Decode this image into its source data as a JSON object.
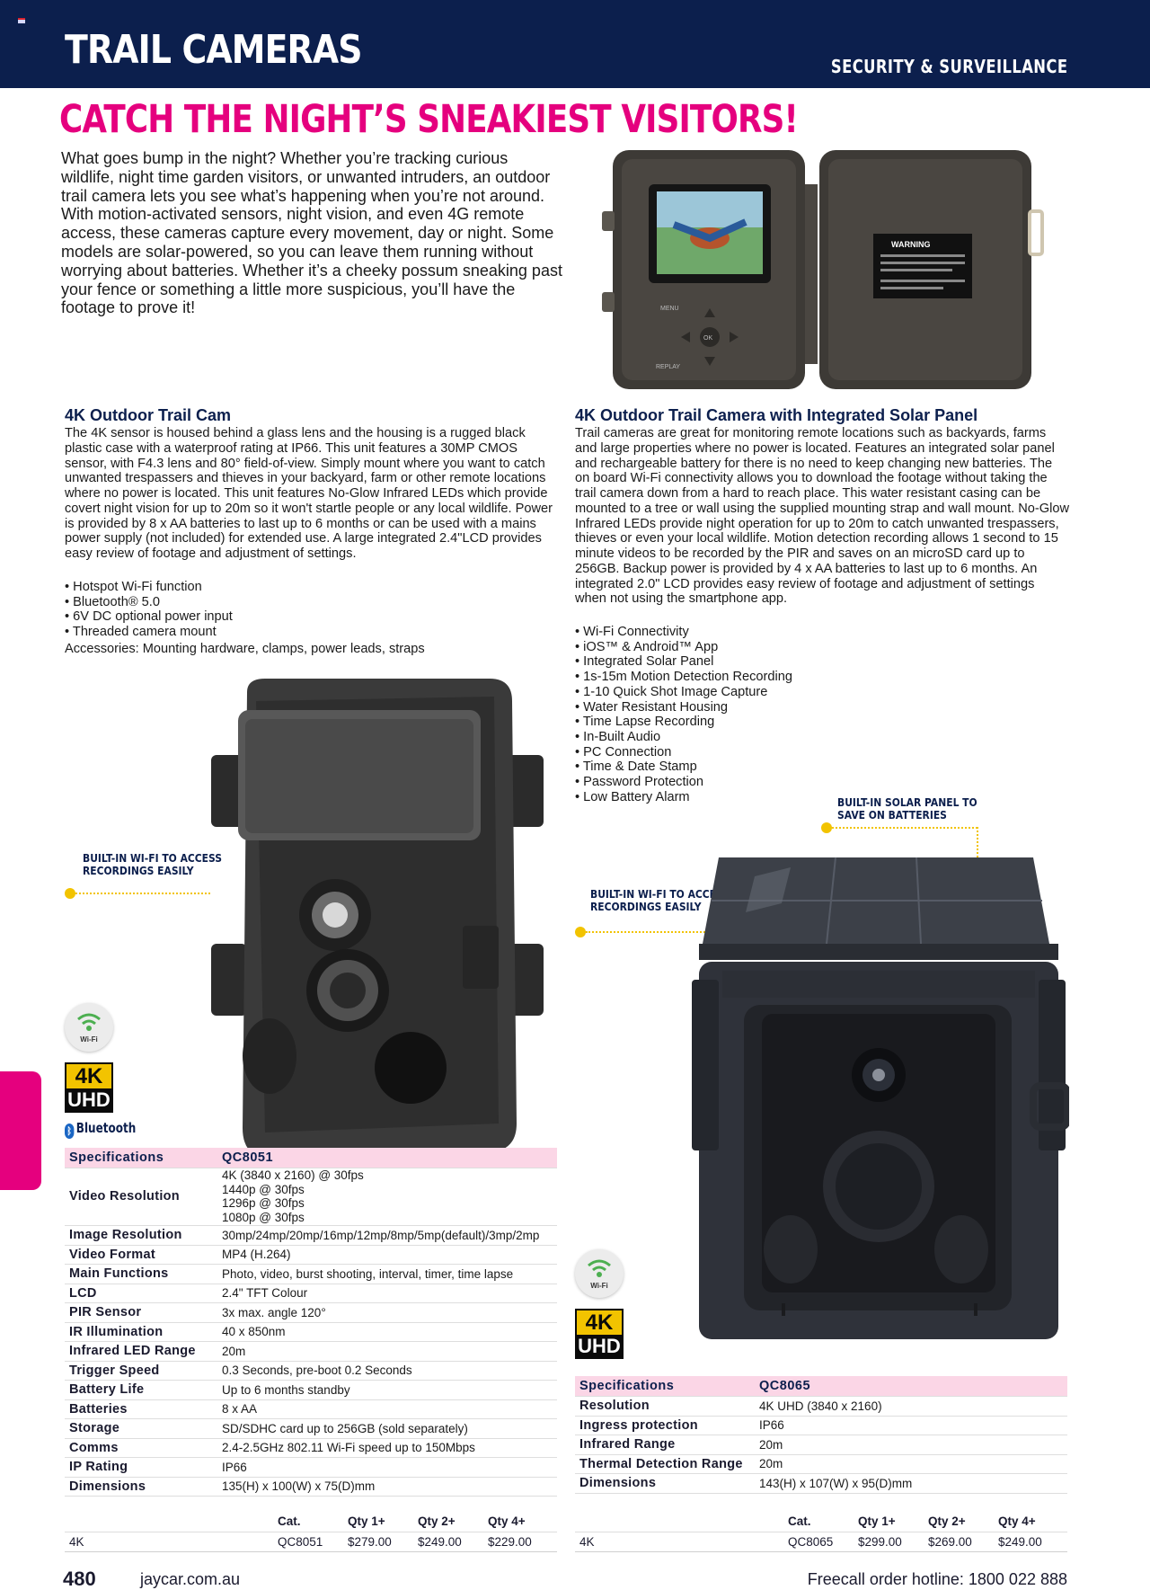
{
  "header": {
    "title": "TRAIL CAMERAS",
    "section": "SECURITY & SURVEILLANCE"
  },
  "headline": "CATCH THE NIGHT’S SNEAKIEST VISITORS!",
  "intro": "What goes bump in the night? Whether you’re tracking curious wildlife, night time garden visitors, or unwanted intruders, an outdoor trail camera lets you see what’s happening when you’re not around. With motion-activated sensors, night vision, and even 4G remote access, these cameras capture every movement, day or night. Some models are solar-powered, so you can leave them running without worrying about batteries. Whether it’s a cheeky possum sneaking past your fence or something a little more suspicious, you’ll have the footage to prove it!",
  "hero_image": {
    "buttons": [
      "MENU",
      "OK",
      "REPLAY"
    ],
    "warning_label": "WARNING"
  },
  "product1": {
    "title": "4K Outdoor Trail Cam",
    "description": "The 4K sensor is housed behind a glass lens and the housing is a rugged black plastic case with a waterproof rating at IP66. This unit features a 30MP CMOS sensor, with F4.3 lens and 80° field-of-view. Simply mount where you want to catch unwanted trespassers and thieves in your backyard, farm or other remote locations where no power is located. This unit features No-Glow Infrared LEDs which provide covert night vision for up to 20m so it won't startle people or any local wildlife. Power is provided by 8 x AA batteries to last up to 6 months or can be used with a mains power supply (not included) for extended use. A large integrated 2.4\"LCD provides easy review of footage and adjustment of settings.",
    "bullets": [
      "Hotspot Wi-Fi function",
      "Bluetooth® 5.0",
      "6V DC optional power input",
      "Threaded camera mount"
    ],
    "accessories": "Accessories: Mounting hardware, clamps, power leads, straps",
    "callout": "BUILT-IN WI-FI TO ACCESS RECORDINGS EASILY",
    "badges": {
      "wifi": "Wi-Fi",
      "k4": "4K",
      "uhd": "UHD",
      "bluetooth": "Bluetooth"
    },
    "spec_header": [
      "Specifications",
      "QC8051"
    ],
    "specs": [
      {
        "k": "Video Resolution",
        "v": [
          "4K (3840 x 2160) @ 30fps",
          "1440p @ 30fps",
          "1296p @ 30fps",
          "1080p @ 30fps"
        ]
      },
      {
        "k": "Image Resolution",
        "v": [
          "30mp/24mp/20mp/16mp/12mp/8mp/5mp(default)/3mp/2mp"
        ]
      },
      {
        "k": "Video Format",
        "v": [
          "MP4 (H.264)"
        ]
      },
      {
        "k": "Main Functions",
        "v": [
          "Photo, video, burst shooting, interval, timer, time lapse"
        ]
      },
      {
        "k": "LCD",
        "v": [
          "2.4\" TFT Colour"
        ]
      },
      {
        "k": "PIR Sensor",
        "v": [
          "3x max. angle 120°"
        ]
      },
      {
        "k": "IR Illumination",
        "v": [
          "40 x 850nm"
        ]
      },
      {
        "k": "Infrared LED Range",
        "v": [
          "20m"
        ]
      },
      {
        "k": "Trigger Speed",
        "v": [
          "0.3 Seconds, pre-boot 0.2 Seconds"
        ]
      },
      {
        "k": "Battery Life",
        "v": [
          "Up to 6 months standby"
        ]
      },
      {
        "k": "Batteries",
        "v": [
          "8 x AA"
        ]
      },
      {
        "k": "Storage",
        "v": [
          "SD/SDHC card up to 256GB (sold separately)"
        ]
      },
      {
        "k": "Comms",
        "v": [
          "2.4-2.5GHz 802.11 Wi-Fi speed up to 150Mbps"
        ]
      },
      {
        "k": "IP Rating",
        "v": [
          "IP66"
        ]
      },
      {
        "k": "Dimensions",
        "v": [
          "135(H) x 100(W) x 75(D)mm"
        ]
      }
    ],
    "price_header": [
      "",
      "Cat.",
      "Qty 1+",
      "Qty 2+",
      "Qty 4+"
    ],
    "price_row": [
      "4K",
      "QC8051",
      "$279.00",
      "$249.00",
      "$229.00"
    ]
  },
  "product2": {
    "title": "4K Outdoor Trail Camera with Integrated Solar Panel",
    "description": "Trail cameras are great for monitoring remote locations such as backyards, farms and large properties where no power is located. Features an integrated solar panel and rechargeable battery for there is no need to keep changing new batteries. The on board Wi-Fi connectivity allows you to download the footage without taking the trail camera down from a hard to reach place. This water resistant casing can be mounted to a tree or wall using the supplied mounting strap and wall mount. No-Glow Infrared LEDs provide night operation for up to 20m to catch unwanted trespassers, thieves or even your local wildlife. Motion detection recording allows 1 second to 15 minute videos to be recorded by the PIR and saves on an microSD card up to 256GB. Backup power is provided by 4 x AA batteries to last up to 6 months. An integrated 2.0\" LCD provides easy review of footage and adjustment of settings when not using the smartphone app.",
    "bullets": [
      "Wi-Fi Connectivity",
      "iOS™ & Android™ App",
      "Integrated Solar Panel",
      "1s-15m Motion Detection Recording",
      "1-10 Quick Shot Image Capture",
      "Water Resistant Housing",
      "Time Lapse Recording",
      "In-Built Audio",
      "PC Connection",
      "Time & Date Stamp",
      "Password Protection",
      "Low Battery Alarm"
    ],
    "callout_solar": "BUILT-IN SOLAR PANEL TO SAVE ON BATTERIES",
    "callout_wifi": "BUILT-IN WI-FI TO ACCESS RECORDINGS EASILY",
    "badges": {
      "wifi": "Wi-Fi",
      "k4": "4K",
      "uhd": "UHD"
    },
    "spec_header": [
      "Specifications",
      "QC8065"
    ],
    "specs": [
      {
        "k": "Resolution",
        "v": [
          "4K UHD (3840 x 2160)"
        ]
      },
      {
        "k": "Ingress protection",
        "v": [
          "IP66"
        ]
      },
      {
        "k": "Infrared Range",
        "v": [
          "20m"
        ]
      },
      {
        "k": "Thermal Detection Range",
        "v": [
          "20m"
        ]
      },
      {
        "k": "Dimensions",
        "v": [
          "143(H) x 107(W) x 95(D)mm"
        ]
      }
    ],
    "price_header": [
      "",
      "Cat.",
      "Qty 1+",
      "Qty 2+",
      "Qty 4+"
    ],
    "price_row": [
      "4K",
      "QC8065",
      "$299.00",
      "$269.00",
      "$249.00"
    ]
  },
  "footer": {
    "page": "480",
    "url": "jaycar.com.au",
    "hotline": "Freecall order hotline: 1800 022 888"
  },
  "colors": {
    "navy": "#0c1f4d",
    "magenta": "#e5007e",
    "yellow": "#f2c300",
    "spec_header_pink": "#fbd6e6"
  }
}
